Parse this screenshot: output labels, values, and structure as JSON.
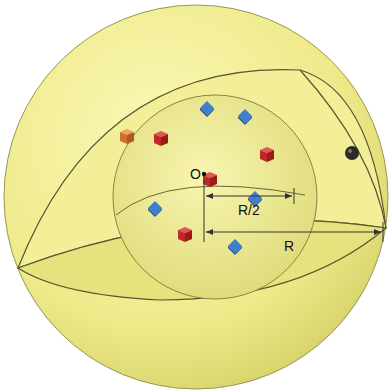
{
  "diagram": {
    "labels": [
      "O",
      "R/2",
      "R"
    ]
  }
}
